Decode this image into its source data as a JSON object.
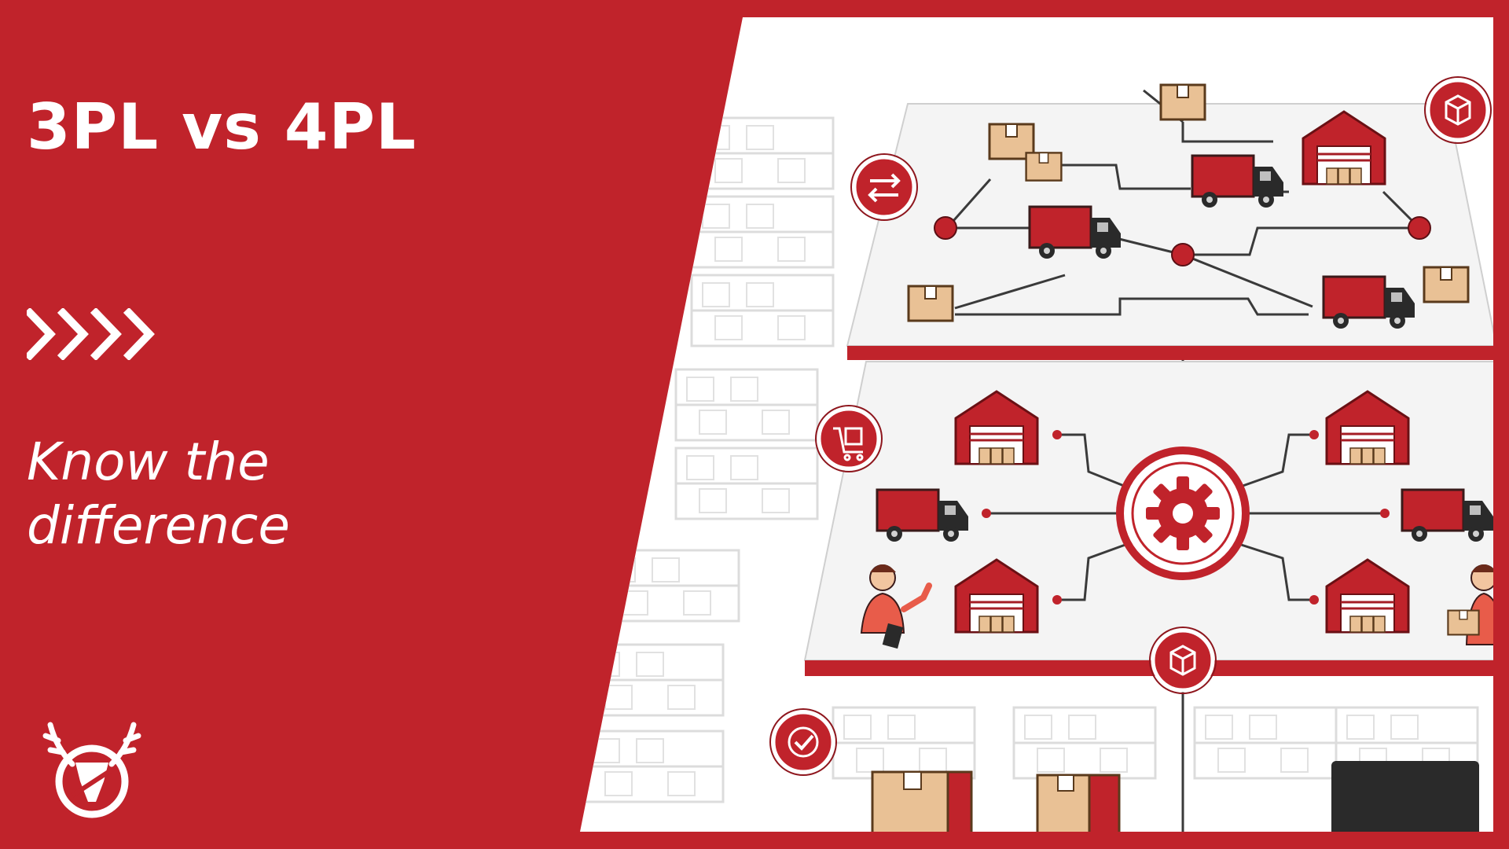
{
  "headline": "3PL vs 4PL",
  "tagline": {
    "line1": "Know the",
    "line2": "difference"
  },
  "decor": {
    "chevrons": "arrows-icon",
    "logo": "stag-head-logo"
  },
  "illustration": {
    "subject": "logistics-network-illustration",
    "layers": [
      "top-network-platform",
      "warehouse-control-platform",
      "warehouse-floor"
    ]
  },
  "colors": {
    "brand_red": "#c0232b",
    "dark_red": "#a51c24",
    "white": "#ffffff",
    "line_gray": "#d6d6d6",
    "box_tan": "#e9c195",
    "truck_dark": "#2a2a2a"
  }
}
